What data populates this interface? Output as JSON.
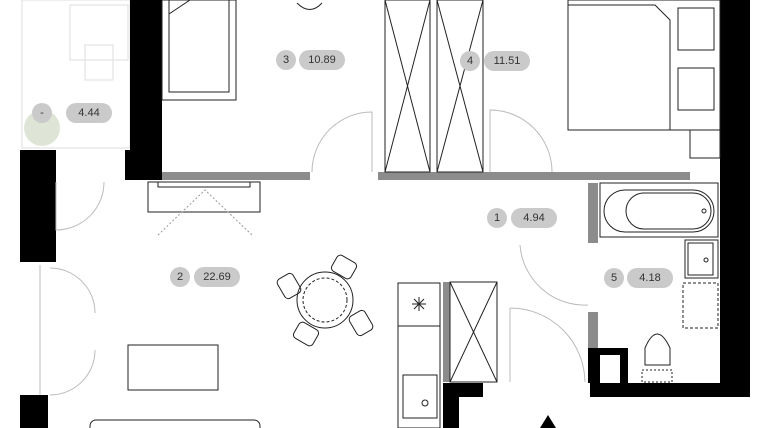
{
  "rooms": [
    {
      "number": "-",
      "area": "4.44"
    },
    {
      "number": "3",
      "area": "10.89"
    },
    {
      "number": "4",
      "area": "11.51"
    },
    {
      "number": "2",
      "area": "22.69"
    },
    {
      "number": "1",
      "area": "4.94"
    },
    {
      "number": "5",
      "area": "4.18"
    }
  ],
  "colors": {
    "wall": "#000000",
    "partition": "#8c8c8c",
    "label_pill": "#cacaca",
    "balcony_plant": "#dfe5d6"
  }
}
